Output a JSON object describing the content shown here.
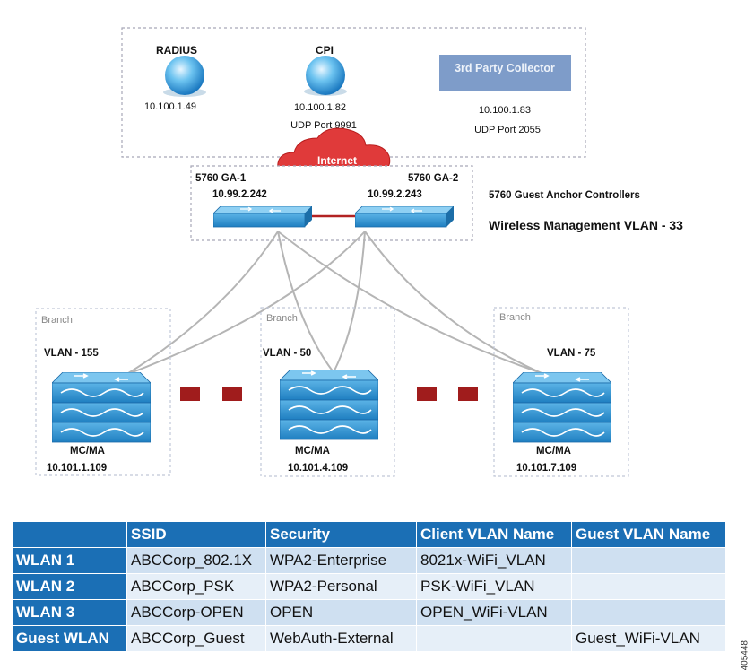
{
  "top": {
    "radius_title": "RADIUS",
    "radius_ip": "10.100.1.49",
    "cpi_title": "CPI",
    "cpi_ip": "10.100.1.82",
    "cpi_port": "UDP Port 9991",
    "collector_title": "3rd Party Collector",
    "collector_ip": "10.100.1.83",
    "collector_port": "UDP Port 2055",
    "internet": "Internet"
  },
  "anchors": {
    "ga1_name": "5760 GA-1",
    "ga1_ip": "10.99.2.242",
    "ga2_name": "5760 GA-2",
    "ga2_ip": "10.99.2.243",
    "caption": "5760 Guest Anchor Controllers",
    "vlan_caption": "Wireless Management VLAN - 33"
  },
  "branches": [
    {
      "label": "Branch",
      "vlan": "VLAN - 155",
      "role": "MC/MA",
      "ip": "10.101.1.109"
    },
    {
      "label": "Branch",
      "vlan": "VLAN - 50",
      "role": "MC/MA",
      "ip": "10.101.4.109"
    },
    {
      "label": "Branch",
      "vlan": "VLAN - 75",
      "role": "MC/MA",
      "ip": "10.101.7.109"
    }
  ],
  "colors": {
    "switch": "#2e8fcf",
    "link_red": "#b22222",
    "table_header": "#1b6fb5",
    "table_row_a": "#cfe0f1",
    "table_row_b": "#e6eff8"
  },
  "table": {
    "headers": [
      "",
      "SSID",
      "Security",
      "Client VLAN Name",
      "Guest VLAN Name"
    ],
    "rows": [
      [
        "WLAN 1",
        "ABCCorp_802.1X",
        "WPA2-Enterprise",
        "8021x-WiFi_VLAN",
        ""
      ],
      [
        "WLAN 2",
        "ABCCorp_PSK",
        "WPA2-Personal",
        "PSK-WiFi_VLAN",
        ""
      ],
      [
        "WLAN 3",
        "ABCCorp-OPEN",
        "OPEN",
        "OPEN_WiFi-VLAN",
        ""
      ],
      [
        "Guest WLAN",
        "ABCCorp_Guest",
        "WebAuth-External",
        "",
        "Guest_WiFi-VLAN"
      ]
    ]
  },
  "figure_id": "405448"
}
